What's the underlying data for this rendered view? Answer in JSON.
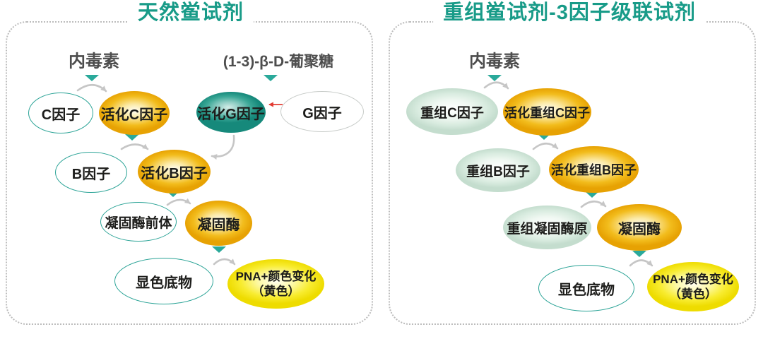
{
  "colors": {
    "title_teal": "#189b88",
    "node_teal": "#2aa396",
    "node_orange": "#e7a203",
    "node_yellow": "#f2e10a",
    "node_pale_green": "#d8ebdf",
    "arrow_gray": "#c6c6c6",
    "arrow_red": "#e23b33",
    "panel_border_gray": "#bcbcbc",
    "label_gray": "#4d4d4d"
  },
  "left_panel": {
    "title": "天然鲎试剂",
    "inputs": {
      "endotoxin": "内毒素",
      "glucan": "(1-3)-β-D-葡聚糖"
    },
    "nodes": {
      "c_factor": "C因子",
      "activated_c_factor": "活化C因子",
      "activated_g_factor": "活化G因子",
      "g_factor": "G因子",
      "b_factor": "B因子",
      "activated_b_factor": "活化B因子",
      "proclotting_enzyme": "凝固酶前体",
      "clotting_enzyme": "凝固酶",
      "chromogenic_substrate": "显色底物",
      "pna_line1": "PNA+颜色变化",
      "pna_line2": "（黄色）"
    }
  },
  "right_panel": {
    "title": "重组鲎试剂-3因子级联试剂",
    "inputs": {
      "endotoxin": "内毒素"
    },
    "nodes": {
      "recombinant_c_factor": "重组C因子",
      "activated_recombinant_c_factor": "活化重组C因子",
      "recombinant_b_factor": "重组B因子",
      "activated_recombinant_b_factor": "活化重组B因子",
      "recombinant_proclotting_enzyme": "重组凝固酶原",
      "clotting_enzyme": "凝固酶",
      "chromogenic_substrate": "显色底物",
      "pna_line1": "PNA+颜色变化",
      "pna_line2": "（黄色）"
    }
  }
}
